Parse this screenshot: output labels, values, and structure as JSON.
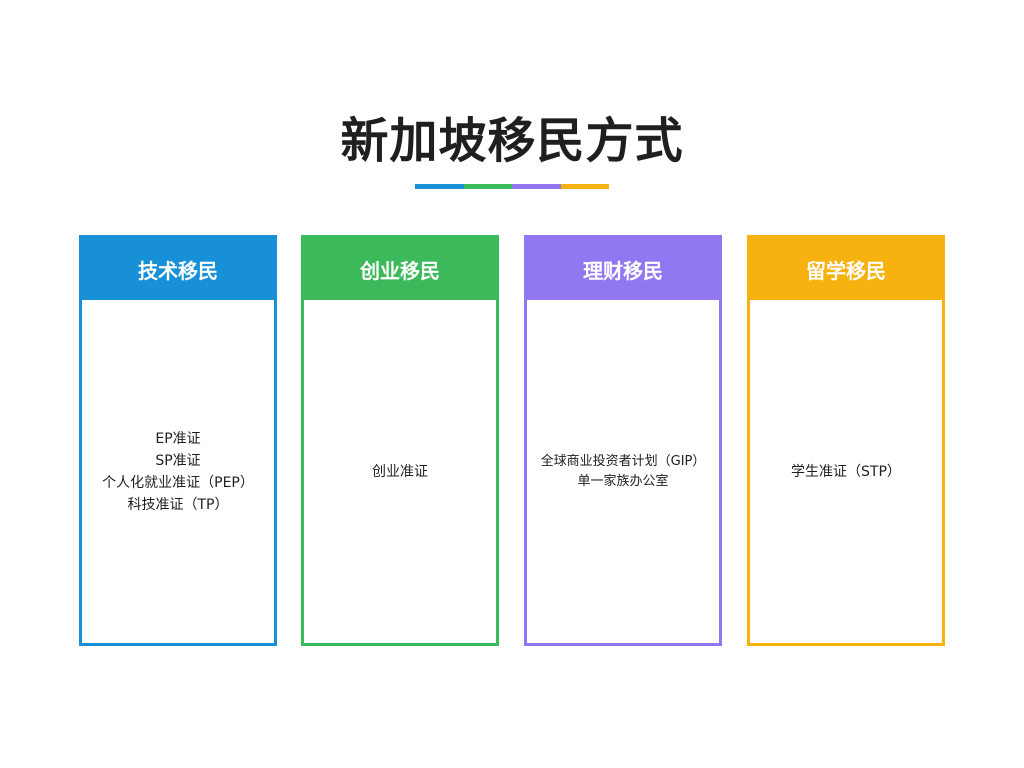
{
  "title": "新加坡移民方式",
  "colors": {
    "blue": "#1890d8",
    "green": "#3cb95a",
    "purple": "#9277f2",
    "orange": "#f7b20f"
  },
  "cards": [
    {
      "header": "技术移民",
      "color": "#1890d8",
      "items": [
        "EP准证",
        "SP准证",
        "个人化就业准证（PEP）",
        "科技准证（TP）"
      ]
    },
    {
      "header": "创业移民",
      "color": "#3cb95a",
      "items": [
        "创业准证"
      ]
    },
    {
      "header": "理财移民",
      "color": "#9277f2",
      "items": [
        "全球商业投资者计划（GIP）",
        "单一家族办公室"
      ]
    },
    {
      "header": "留学移民",
      "color": "#f7b20f",
      "items": [
        "学生准证（STP）"
      ]
    }
  ]
}
